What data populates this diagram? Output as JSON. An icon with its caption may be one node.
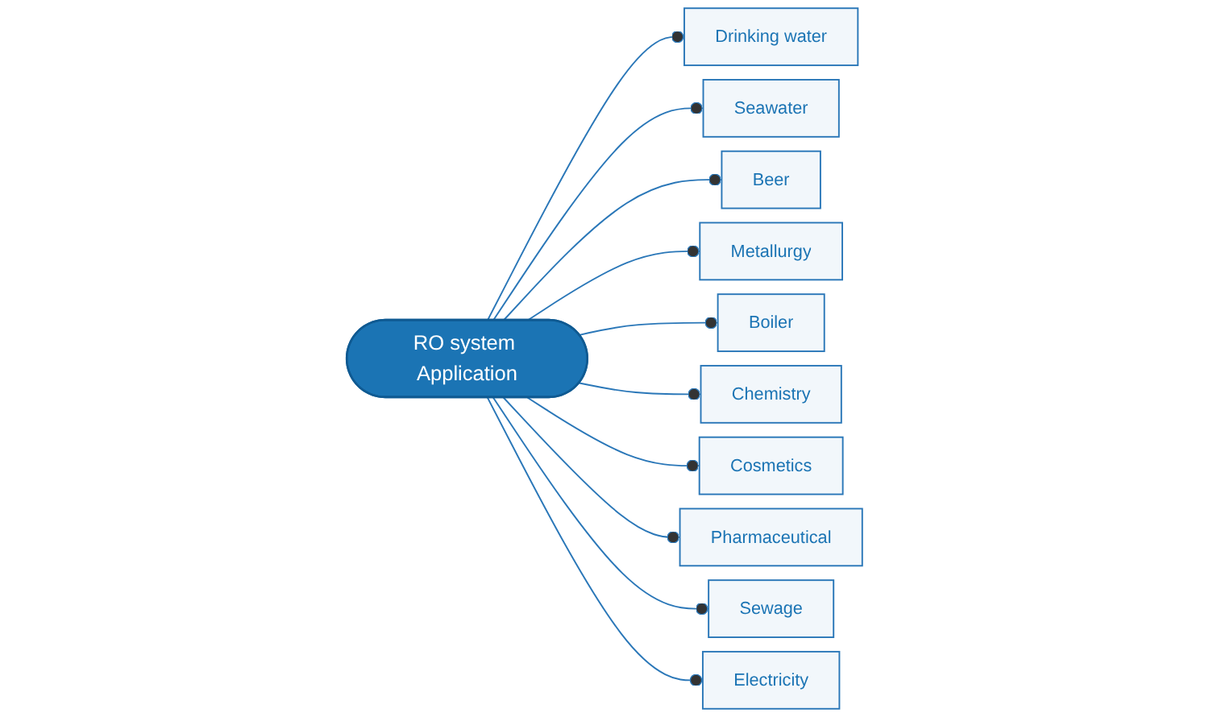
{
  "diagram": {
    "nodes": [
      {
        "text": [
          "RO system Application"
        ]
      },
      {
        "text": [
          "Drinking water"
        ]
      },
      {
        "text": [
          "Seawater"
        ]
      },
      {
        "text": [
          "Beer"
        ]
      },
      {
        "text": [
          "Metallurgy"
        ]
      },
      {
        "text": [
          "Boiler"
        ]
      },
      {
        "text": [
          "Chemistry"
        ]
      },
      {
        "text": [
          "Cosmetics"
        ]
      },
      {
        "text": [
          "Pharmaceutical"
        ]
      },
      {
        "text": [
          "Sewage"
        ]
      },
      {
        "text": [
          "Electricity"
        ]
      }
    ],
    "edges": [
      {
        "from": 0,
        "to": 1,
        "arrow": "other"
      },
      {
        "from": 0,
        "to": 2,
        "arrow": "other"
      },
      {
        "from": 0,
        "to": 3,
        "arrow": "other"
      },
      {
        "from": 0,
        "to": 4,
        "arrow": "other"
      },
      {
        "from": 0,
        "to": 5,
        "arrow": "other"
      },
      {
        "from": 0,
        "to": 6,
        "arrow": "other"
      },
      {
        "from": 0,
        "to": 7,
        "arrow": "other"
      },
      {
        "from": 0,
        "to": 8,
        "arrow": "other"
      },
      {
        "from": 0,
        "to": 9,
        "arrow": "other"
      },
      {
        "from": 0,
        "to": 10,
        "arrow": "other"
      }
    ]
  }
}
